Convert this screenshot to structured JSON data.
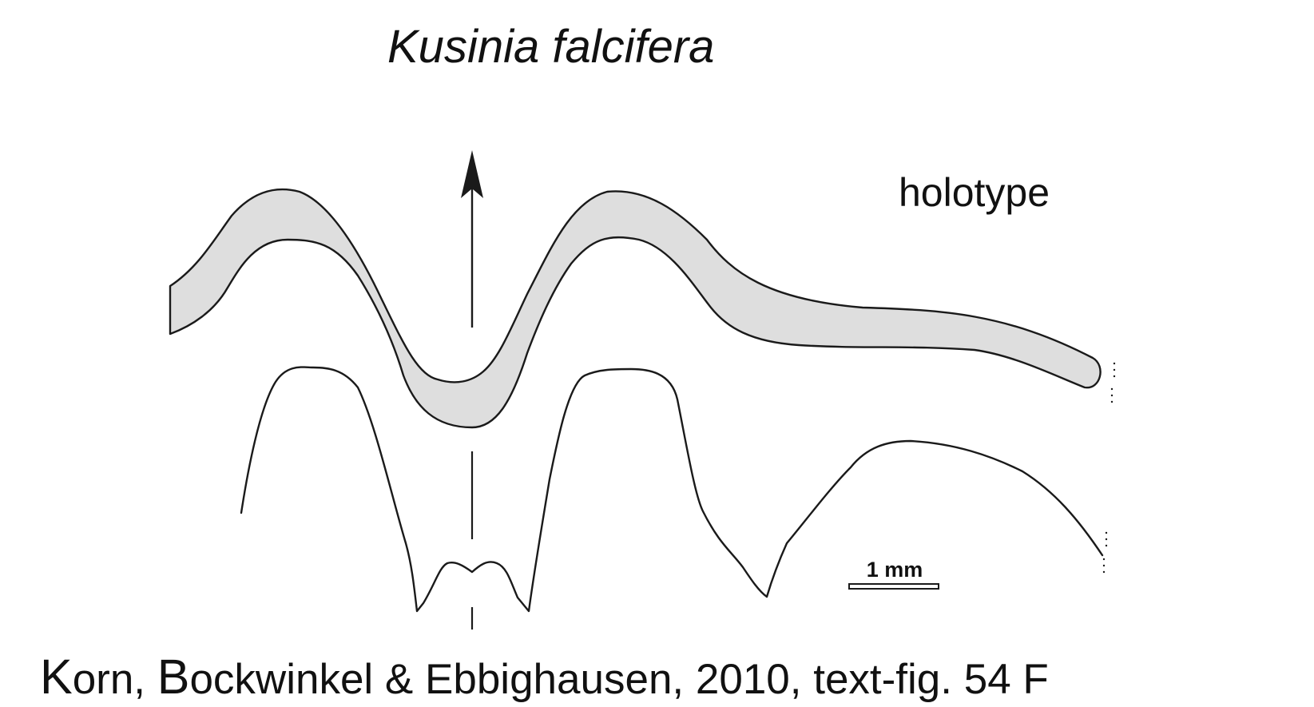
{
  "title": "Kusinia falcifera",
  "specimen_label": "holotype",
  "scale_bar": {
    "label": "1 mm"
  },
  "citation": {
    "author1_initial": "K",
    "author1_rest": "orn",
    "sep1": ", ",
    "author2_initial": "B",
    "author2_rest": "ockwinkel & Ebbighausen, 2010, text-fig. 54 F"
  },
  "colors": {
    "band_fill": "#dedede",
    "line": "#1a1a1a",
    "text": "#111111",
    "background": "#ffffff"
  },
  "icons": {
    "arrow": "venter-direction-arrow"
  }
}
